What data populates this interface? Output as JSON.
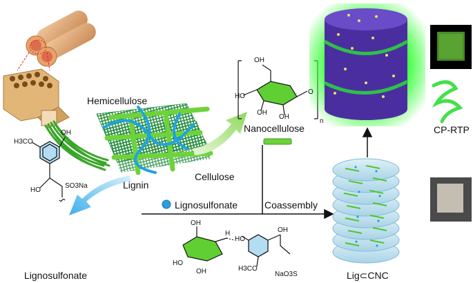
{
  "labels": {
    "hemicellulose": "Hemicellulose",
    "lignin": "Lignin",
    "cellulose": "Cellulose",
    "nanocellulose": "Nanocellulose",
    "lignosulfonate_legend": "Lignosulfonate",
    "coassembly": "Coassembly",
    "lignosulfonate_bottom": "Lignosulfonate",
    "cp_rtp": "CP-RTP",
    "lig_cnc": "Lig⊂CNC"
  },
  "chem": {
    "oh": "OH",
    "methoxy": "H3CO",
    "so3na": "SO3Na",
    "ho": "HO",
    "n": "n",
    "o": "O",
    "h": "H",
    "h3co": "H3CO",
    "naO3s": "NaO3S"
  },
  "colors": {
    "green": "#4cc72a",
    "blue": "#2aa0e0",
    "purple": "#5b3fb0",
    "yellow": "#e9e26a",
    "arrow_blue": "#6fc6f0",
    "arrow_green": "#a9e07a"
  }
}
